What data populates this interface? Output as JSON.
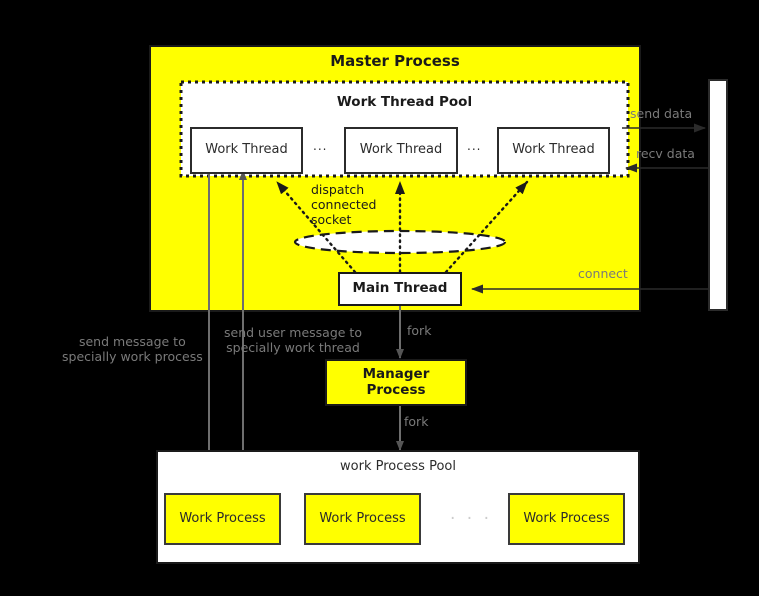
{
  "diagram": {
    "title": "Master Process",
    "colors": {
      "process_fill": "#ffff00",
      "node_fill": "#ffffff",
      "stroke": "#1a1a1a",
      "label": "#7a7a7a",
      "background": "#000000"
    },
    "master_process": {
      "label": "Master Process",
      "thread_pool": {
        "label": "Work Thread Pool",
        "threads": [
          {
            "label": "Work Thread"
          },
          {
            "label": "Work Thread"
          },
          {
            "label": "Work Thread"
          }
        ],
        "separators": [
          "...",
          "..."
        ]
      },
      "main_thread": {
        "label": "Main Thread"
      },
      "dispatch_label": "dispatch\nconnected\nsocket"
    },
    "manager_process": {
      "label_line1": "Manager",
      "label_line2": "Process"
    },
    "work_process_pool": {
      "label": "work Process Pool",
      "processes": [
        {
          "label": "Work Process"
        },
        {
          "label": "Work Process"
        },
        {
          "label": "Work Process"
        }
      ],
      "separator": "· · ·"
    },
    "client": {
      "label": ""
    },
    "edges": [
      {
        "name": "send-data",
        "label": "send data"
      },
      {
        "name": "recv-data",
        "label": "recv data"
      },
      {
        "name": "connect",
        "label": "connect"
      },
      {
        "name": "fork-manager",
        "label": "fork"
      },
      {
        "name": "fork-workpool",
        "label": "fork"
      },
      {
        "name": "send-message-to-work-process",
        "label": "send message to\nspecially work process"
      },
      {
        "name": "send-user-message-to-work-thread",
        "label": "send user message to\nspecially work thread"
      }
    ]
  }
}
